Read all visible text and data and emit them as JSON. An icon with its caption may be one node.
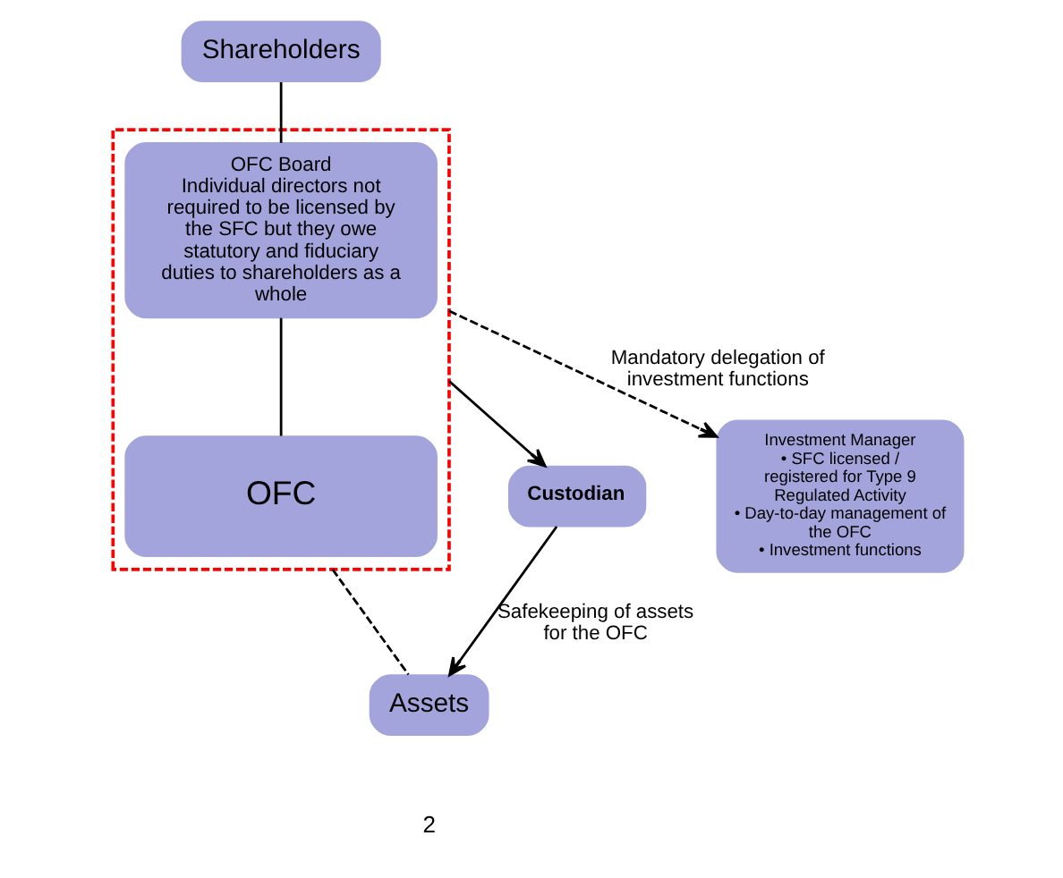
{
  "diagram": {
    "nodes": [
      {
        "text": [
          "Shareholders"
        ]
      },
      {
        "text": [],
        "shape": "box"
      },
      {
        "text": [
          "OFC Board",
          "Individual directors not required to be licensed by the SFC but they owe statutory and fiduciary duties to shareholders as a whole"
        ],
        "in": 1
      },
      {
        "text": [
          "OFC"
        ],
        "in": 1
      },
      {
        "text": [
          "Custodian"
        ]
      },
      {
        "text": [
          "Investment Manager",
          "• SFC licensed / registered for Type 9 Regulated Activity",
          "• Day-to-day management of the OFC",
          "• Investment functions"
        ]
      },
      {
        "text": [
          "Assets"
        ]
      }
    ],
    "edges": [
      {
        "from": 0,
        "to": 2,
        "arrow": "none"
      },
      {
        "from": 2,
        "to": 3,
        "arrow": "none"
      },
      {
        "from": 1,
        "to": 4,
        "arrow": "to"
      },
      {
        "from": 1,
        "to": 5,
        "arrow": "to",
        "style": "dashed",
        "label": "Mandatory delegation of investment functions"
      },
      {
        "from": 1,
        "to": 6,
        "arrow": "none",
        "style": "dashed"
      },
      {
        "from": 4,
        "to": 6,
        "arrow": "to",
        "label": "Safekeeping of assets for the OFC"
      }
    ],
    "labels": [
      "2"
    ]
  }
}
